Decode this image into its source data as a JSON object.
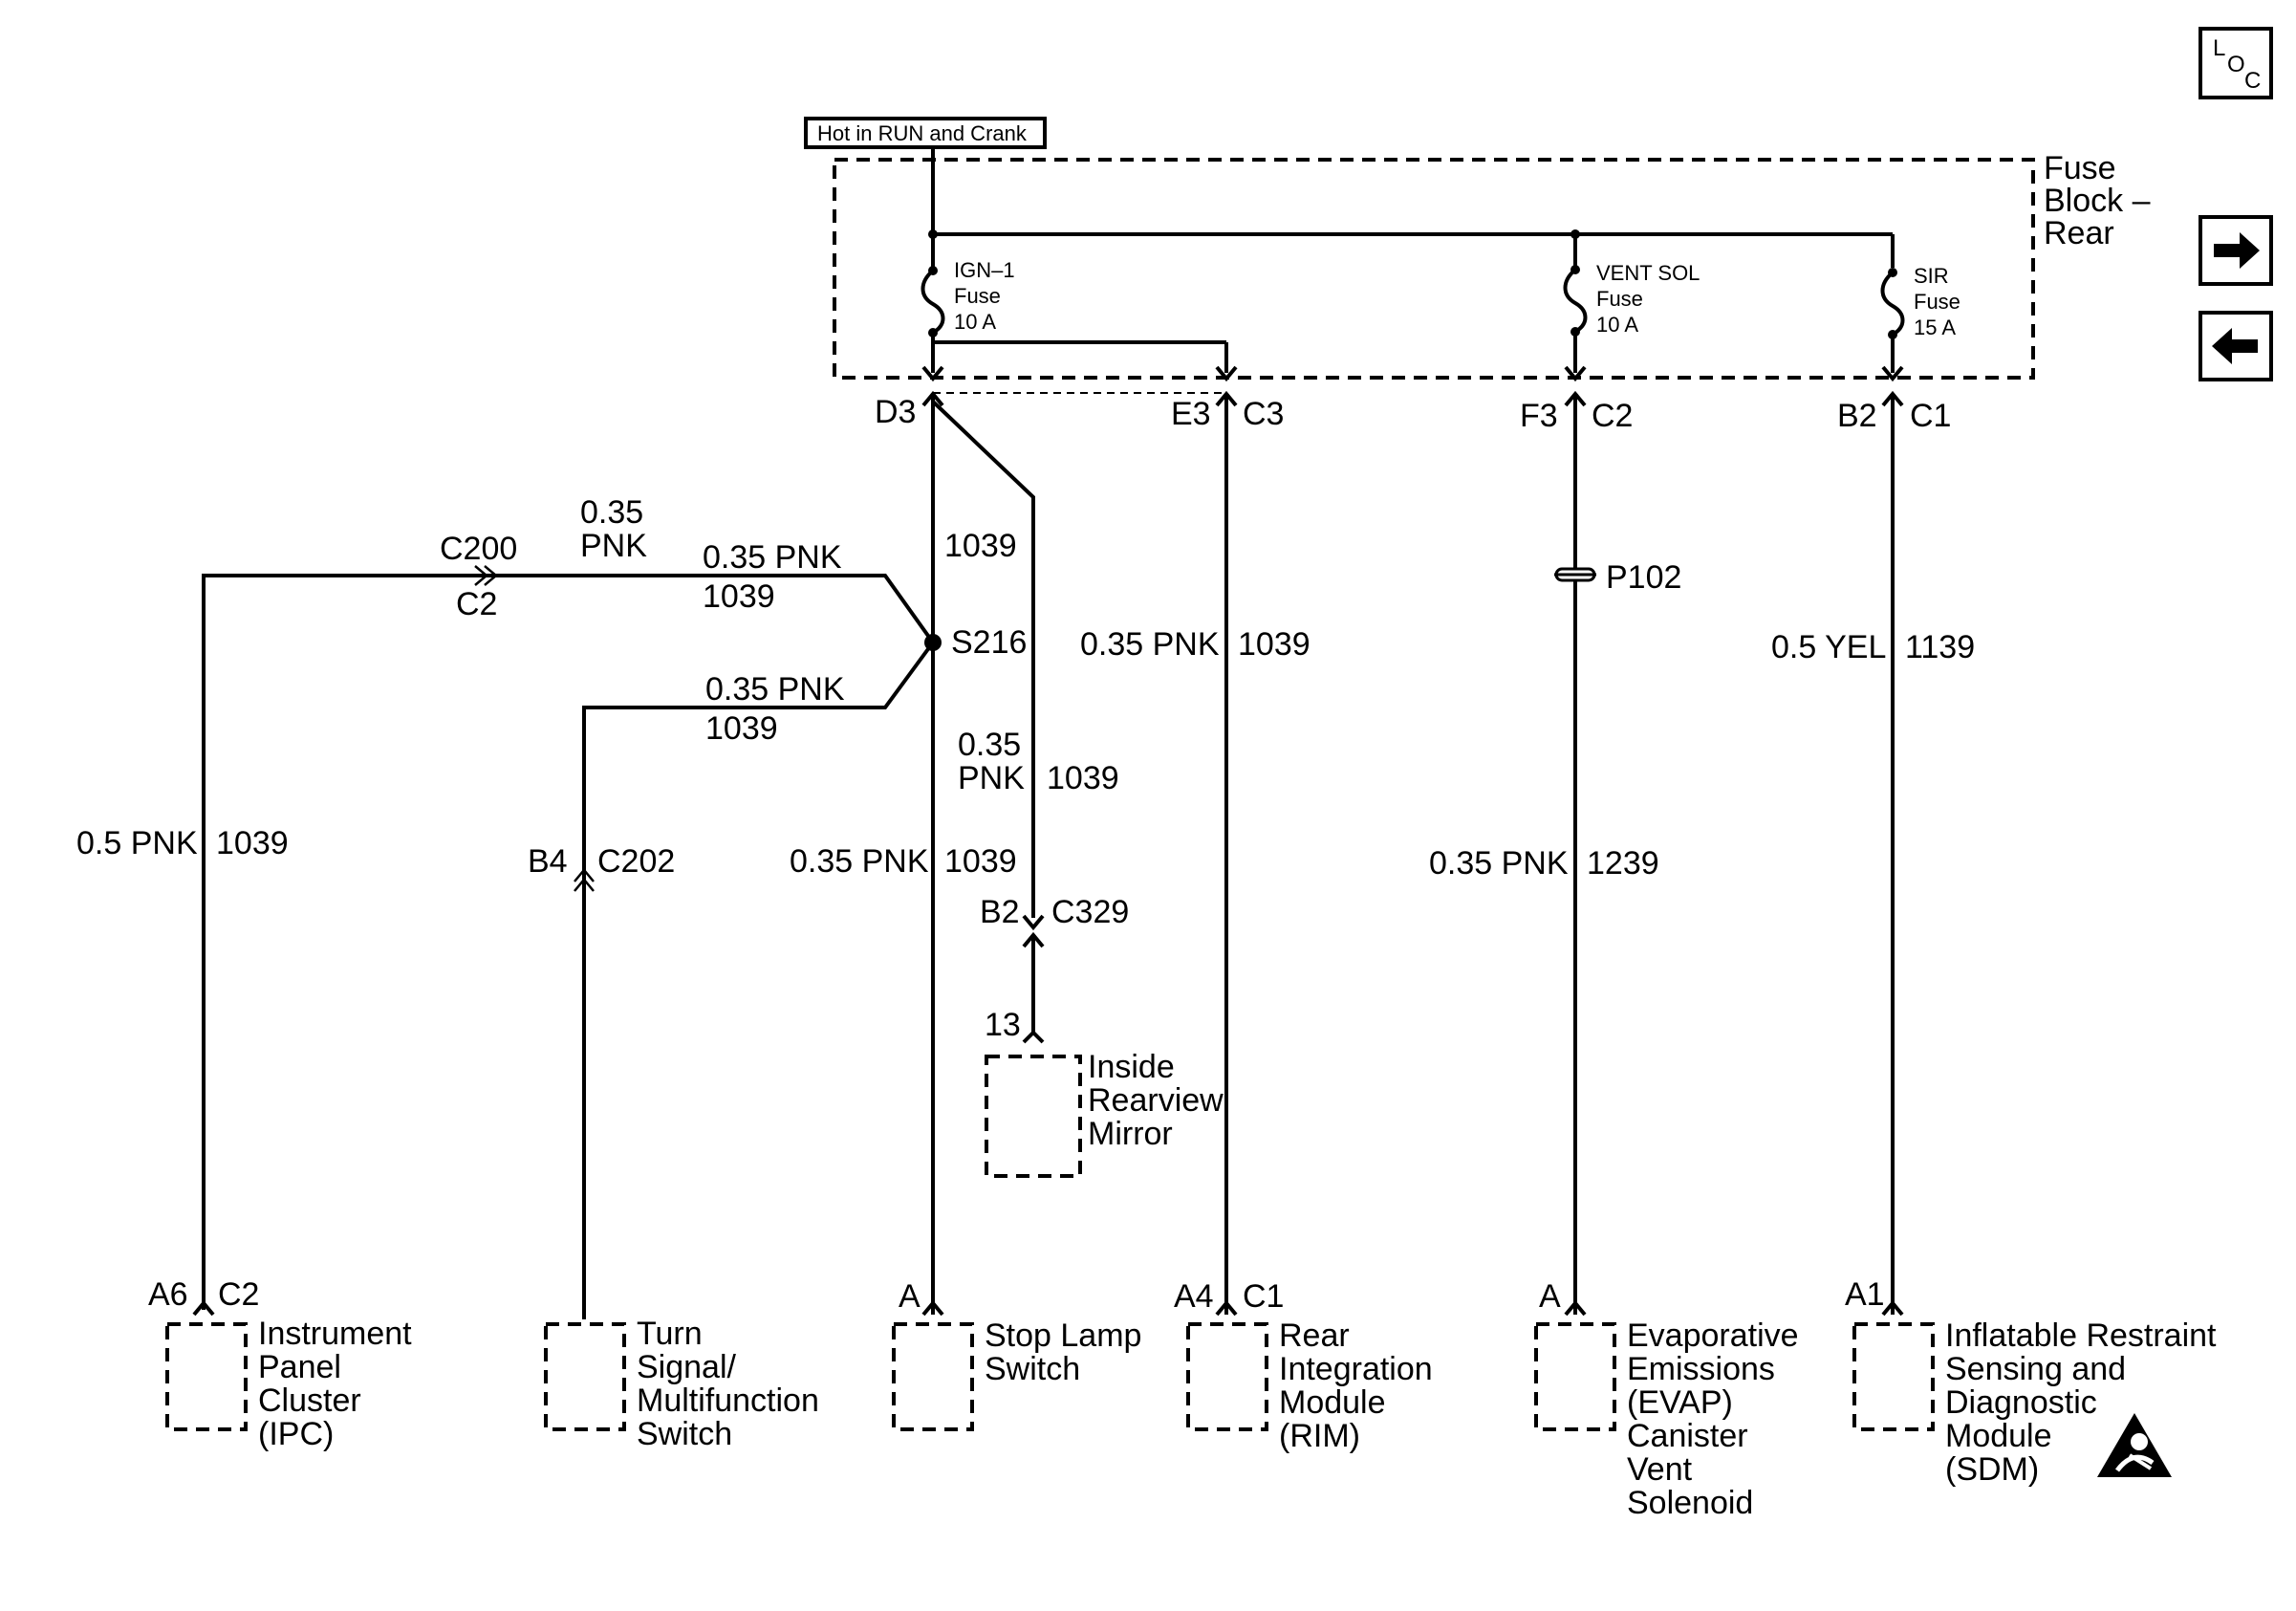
{
  "header": {
    "power_label": "Hot in RUN and Crank"
  },
  "fuse_block": {
    "name_line1": "Fuse",
    "name_line2": "Block –",
    "name_line3": "Rear",
    "fuses": [
      {
        "line1": "IGN–1",
        "line2": "Fuse",
        "line3": "10 A"
      },
      {
        "line1": "VENT SOL",
        "line2": "Fuse",
        "line3": "10 A"
      },
      {
        "line1": "SIR",
        "line2": "Fuse",
        "line3": "15 A"
      }
    ]
  },
  "nav": {
    "loc_l": "L",
    "loc_o": "O",
    "loc_c": "C",
    "forward_icon": "arrow-right-icon",
    "back_icon": "arrow-left-icon"
  },
  "terminals": {
    "d3": "D3",
    "e3": "E3",
    "c3": "C3",
    "f3": "F3",
    "c2_top": "C2",
    "b2_top": "B2",
    "c1_top": "C1",
    "c200": "C200",
    "c2_conn": "C2",
    "s216": "S216",
    "p102": "P102",
    "b4": "B4",
    "c202": "C202",
    "b2_mirror": "B2",
    "c329": "C329",
    "pin13": "13",
    "a6": "A6",
    "c2_ipc": "C2",
    "a_stop": "A",
    "a4": "A4",
    "c1_rim": "C1",
    "a_evap": "A",
    "a1": "A1"
  },
  "wires": {
    "pnk_035": "0.35 PNK",
    "pnk_05": "0.5 PNK",
    "yel_05": "0.5 YEL",
    "v035": "0.35",
    "pnk": "PNK",
    "c1039": "1039",
    "c1139": "1139",
    "c1239": "1239"
  },
  "components": {
    "ipc": [
      "Instrument",
      "Panel",
      "Cluster",
      "(IPC)"
    ],
    "turn": [
      "Turn",
      "Signal/",
      "Multifunction",
      "Switch"
    ],
    "stop": [
      "Stop Lamp",
      "Switch"
    ],
    "rim": [
      "Rear",
      "Integration",
      "Module",
      "(RIM)"
    ],
    "evap": [
      "Evaporative",
      "Emissions",
      "(EVAP)",
      "Canister",
      "Vent",
      "Solenoid"
    ],
    "sdm": [
      "Inflatable Restraint",
      "Sensing and",
      "Diagnostic",
      "Module",
      "(SDM)"
    ],
    "mirror": [
      "Inside",
      "Rearview",
      "Mirror"
    ]
  }
}
